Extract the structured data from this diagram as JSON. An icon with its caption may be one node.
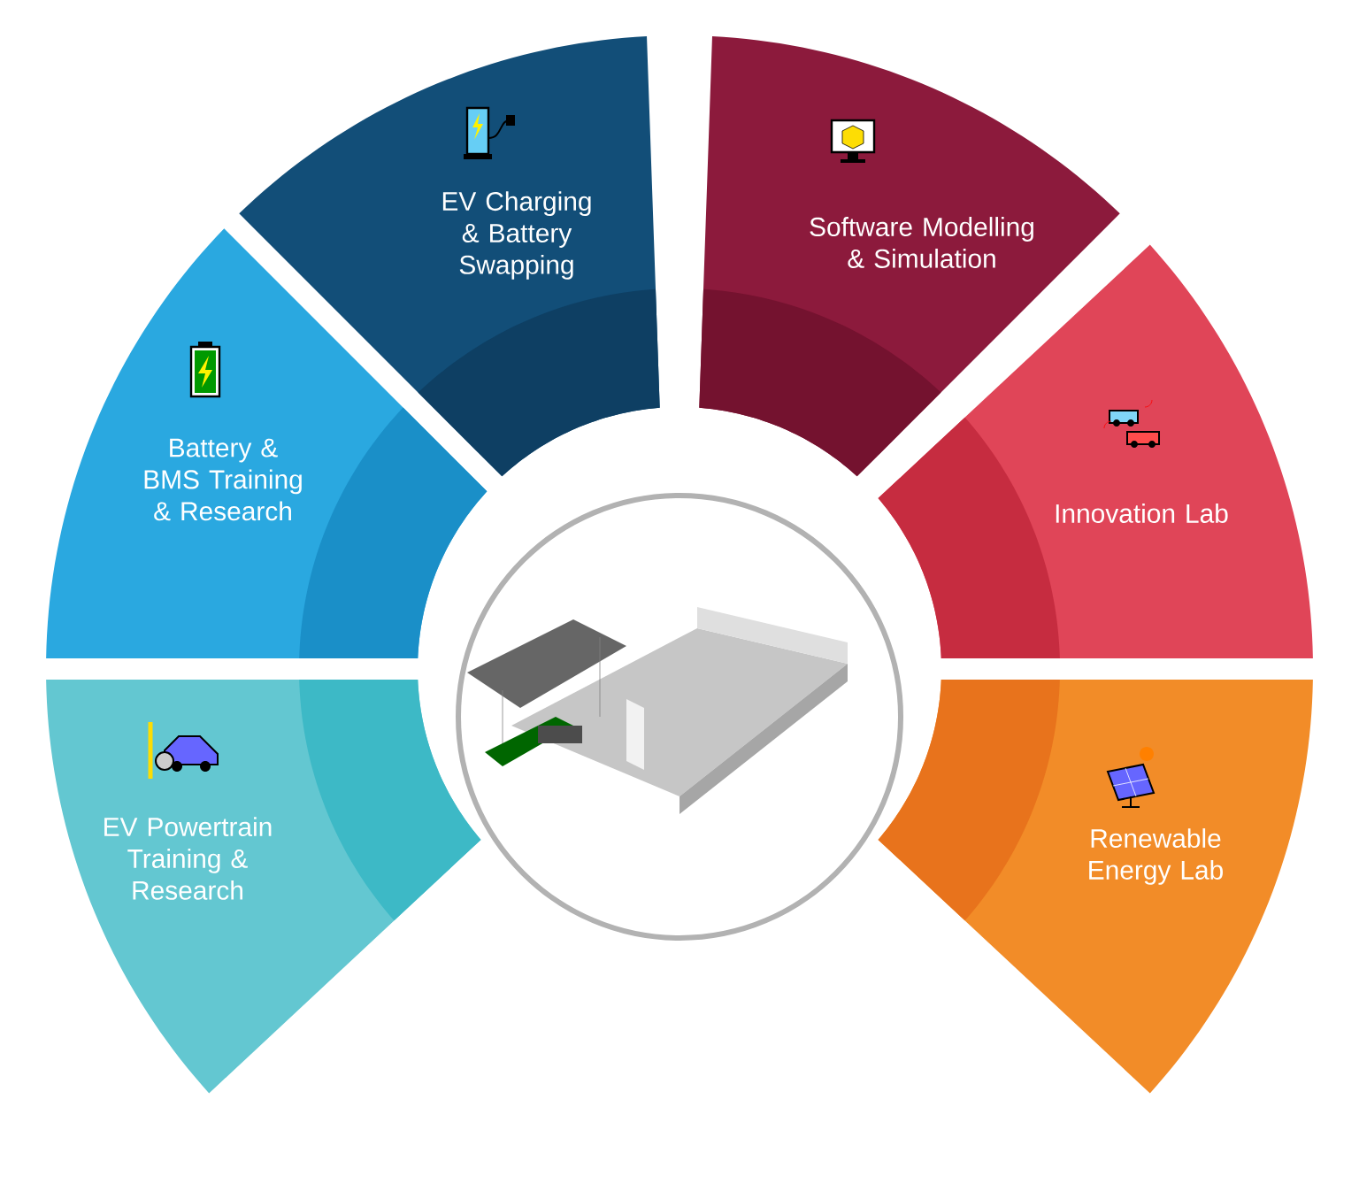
{
  "diagram": {
    "nodes": [
      {
        "text": [
          "EV Charging & Battery Swapping"
        ]
      },
      {
        "text": [
          "Software Modelling & Simulation"
        ]
      },
      {
        "text": [
          "Battery & BMS Training & Research"
        ]
      },
      {
        "text": [
          "Innovation Lab"
        ]
      },
      {
        "text": [],
        "shape": "picture"
      },
      {
        "text": [
          "EV Powertrain Training & Research"
        ]
      },
      {
        "text": [
          "Renewable Energy Lab"
        ]
      }
    ]
  }
}
